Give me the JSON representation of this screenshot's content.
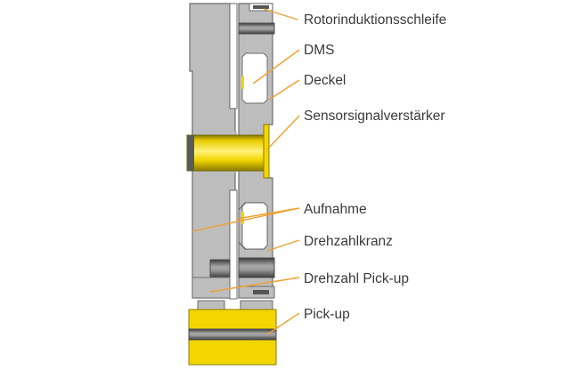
{
  "labels": {
    "rotor_loop": "Rotorinduktionsschleife",
    "dms": "DMS",
    "cover": "Deckel",
    "amplifier": "Sensorsignalverstärker",
    "mount": "Aufnahme",
    "speed_ring": "Drehzahlkranz",
    "speed_pickup": "Drehzahl Pick-up",
    "pickup": "Pick-up"
  },
  "colors": {
    "body_gray": "#bdbdbd",
    "outline": "#6e6e6e",
    "dark_gray": "#7a7a7a",
    "yellow": "#f3d600",
    "leader_orange": "#f0a030",
    "text": "#3a3a3a"
  }
}
